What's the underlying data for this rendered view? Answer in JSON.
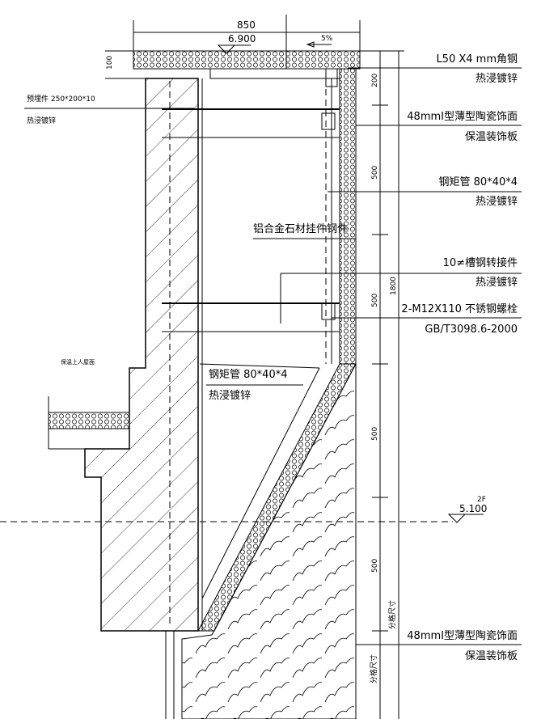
{
  "dimensions": {
    "top_width": "850",
    "slab": "100",
    "seg1": "200",
    "seg2": "500",
    "seg3": "500",
    "seg4": "500",
    "seg5": "500",
    "total": "1800",
    "grid_size_1": "分格尺寸",
    "grid_size_2": "分格尺寸"
  },
  "elevations": {
    "roof": "6.900",
    "floor": "5.100",
    "floor_label": "2F",
    "slope": "5%"
  },
  "left_labels": {
    "embed_1": "预埋件 250*200*10",
    "embed_2": "热浸镀锌",
    "roof": "保温上人屋面"
  },
  "center_labels": {
    "hanger": "铝合金石材挂件钢件",
    "tube_1": "钢矩管 80*40*4",
    "tube_2": "热浸镀锌"
  },
  "right_labels": [
    {
      "a": "L50 X4 mm角钢",
      "b": "热浸镀锌"
    },
    {
      "a": "48mmI型薄型陶瓷饰面",
      "b": "保温装饰板"
    },
    {
      "a": "钢矩管 80*40*4",
      "b": "热浸镀锌"
    },
    {
      "a": "10≠槽钢转接件",
      "b": "热浸镀锌"
    },
    {
      "a": "2-M12X110 不锈钢螺栓",
      "b": "GB/T3098.6-2000"
    },
    {
      "a": "48mmI型薄型陶瓷饰面",
      "b": "保温装饰板"
    }
  ]
}
